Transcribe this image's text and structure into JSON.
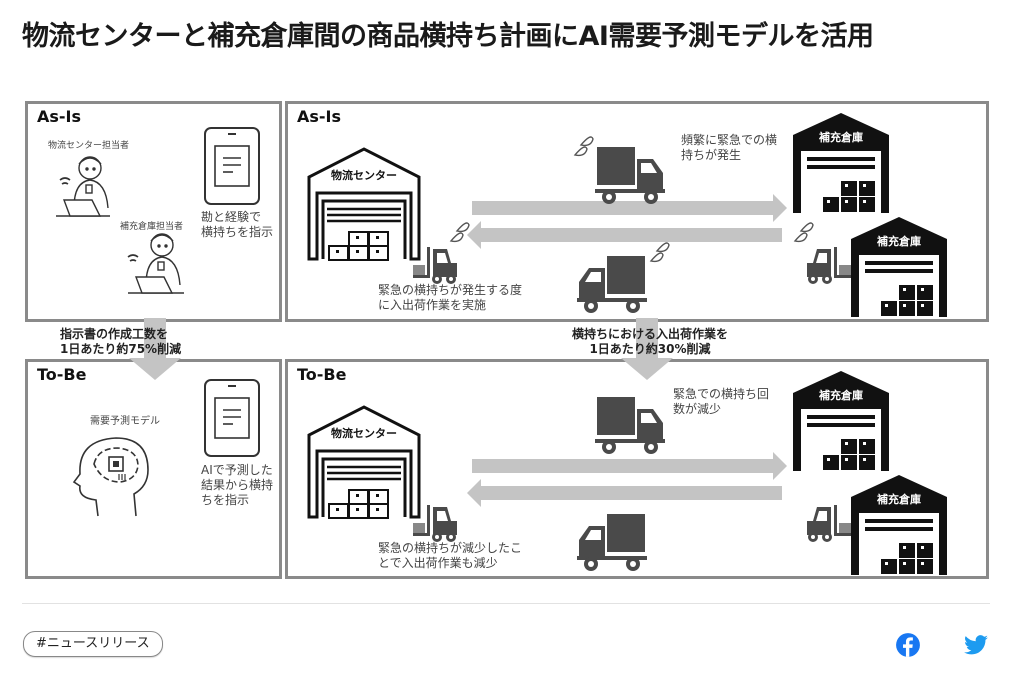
{
  "article": {
    "title": "物流センターと補充倉庫間の商品横持ち計画にAI需要予測モデルを活用"
  },
  "diagram": {
    "as_is": {
      "left_label": "As-Is",
      "right_label": "As-Is",
      "person1_caption": "物流センター担当者",
      "person2_caption": "補充倉庫担当者",
      "doc_note": [
        "勘と経験で",
        "横持ちを指示"
      ],
      "center_building": "物流センター",
      "warehouse_building": "補充倉庫",
      "truck_note": [
        "頻繁に緊急での横",
        "持ちが発生"
      ],
      "forklift_note": [
        "緊急の横持ちが発生する度",
        "に入出荷作業を実施"
      ]
    },
    "band": {
      "left_effect": [
        "指示書の作成工数を",
        "1日あたり約75%削減"
      ],
      "right_effect": [
        "横持ちにおける入出荷作業を",
        "1日あたり約30%削減"
      ]
    },
    "to_be": {
      "left_label": "To-Be",
      "right_label": "To-Be",
      "model_caption": "需要予測モデル",
      "doc_note": [
        "AIで予測した",
        "結果から横持",
        "ちを指示"
      ],
      "center_building": "物流センター",
      "warehouse_building": "補充倉庫",
      "truck_note": [
        "緊急での横持ち回",
        "数が減少"
      ],
      "forklift_note": [
        "緊急の横持ちが減少したこ",
        "とで入出荷作業も減少"
      ]
    },
    "colors": {
      "frame": "#8a8a8a",
      "arrow": "#c4c4c4",
      "icon_dark": "#4a4a4a",
      "building": "#111111"
    }
  },
  "footer": {
    "tag_label": "#ニュースリリース",
    "share": [
      {
        "name": "facebook",
        "color": "#1877f2"
      },
      {
        "name": "twitter",
        "color": "#1d9bf0"
      }
    ]
  }
}
